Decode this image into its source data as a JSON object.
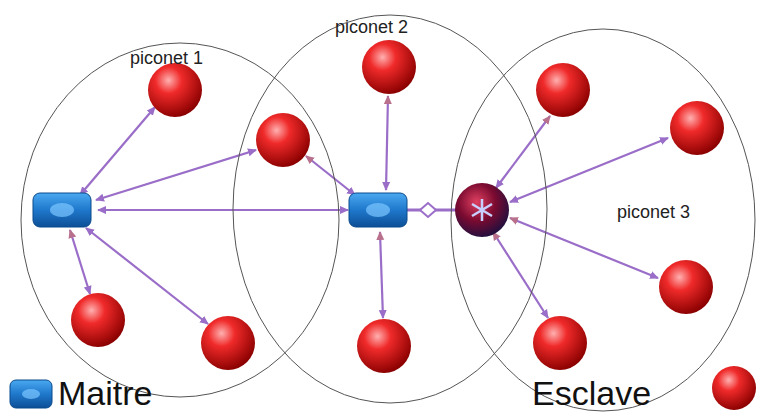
{
  "diagram": {
    "nodes": [
      {
        "text": [
          "piconet 1"
        ]
      },
      {
        "text": [
          "piconet 2"
        ]
      },
      {
        "text": [
          "piconet 3"
        ]
      }
    ],
    "legend": [
      {
        "text": "Maitre"
      },
      {
        "text": "Esclave"
      }
    ]
  }
}
